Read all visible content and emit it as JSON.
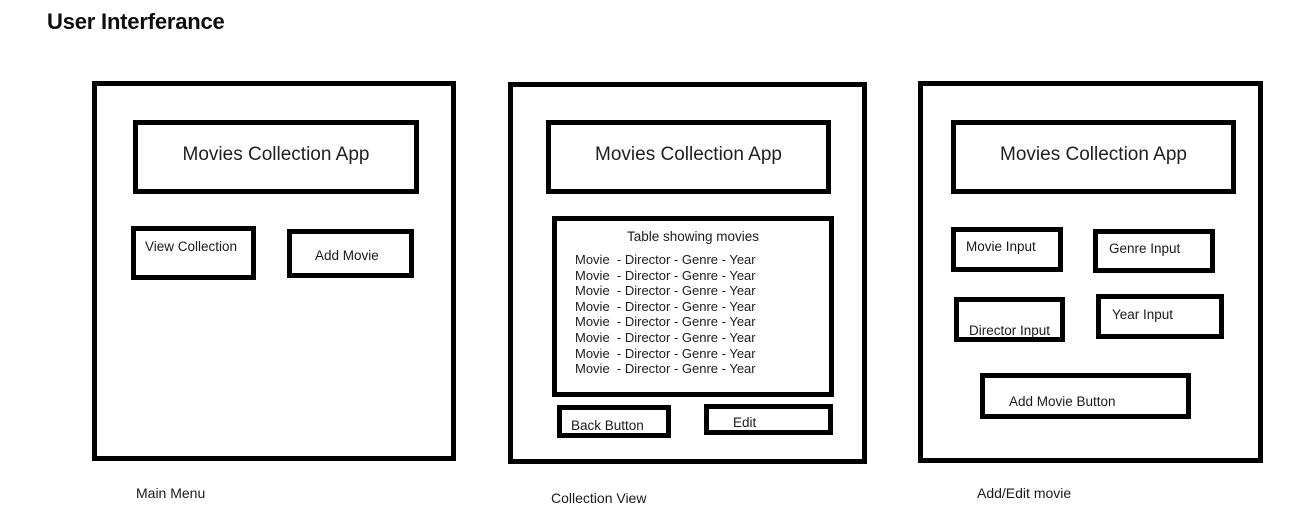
{
  "page": {
    "title": "User Interferance"
  },
  "screens": [
    {
      "id": "main-menu",
      "caption": "Main Menu",
      "header": "Movies Collection App",
      "buttons": [
        {
          "label": "View Collection"
        },
        {
          "label": "Add Movie"
        }
      ]
    },
    {
      "id": "collection-view",
      "caption": "Collection View",
      "header": "Movies Collection App",
      "table": {
        "caption": "Table showing movies",
        "row_template": "Movie  - Director - Genre - Year",
        "row_count": 8,
        "rows": [
          "Movie  - Director - Genre - Year",
          "Movie  - Director - Genre - Year",
          "Movie  - Director - Genre - Year",
          "Movie  - Director - Genre - Year",
          "Movie  - Director - Genre - Year",
          "Movie  - Director - Genre - Year",
          "Movie  - Director - Genre - Year",
          "Movie  - Director - Genre - Year"
        ]
      },
      "buttons": [
        {
          "label": "Back Button"
        },
        {
          "label": "Edit"
        }
      ]
    },
    {
      "id": "add-edit-movie",
      "caption": "Add/Edit movie",
      "header": "Movies Collection App",
      "inputs": [
        {
          "label": "Movie Input"
        },
        {
          "label": "Genre Input"
        },
        {
          "label": "Director Input"
        },
        {
          "label": "Year Input"
        }
      ],
      "buttons": [
        {
          "label": "Add Movie Button"
        }
      ]
    }
  ],
  "colors": {
    "stroke": "#000000",
    "background": "#ffffff",
    "text": "#1a1a1a"
  }
}
